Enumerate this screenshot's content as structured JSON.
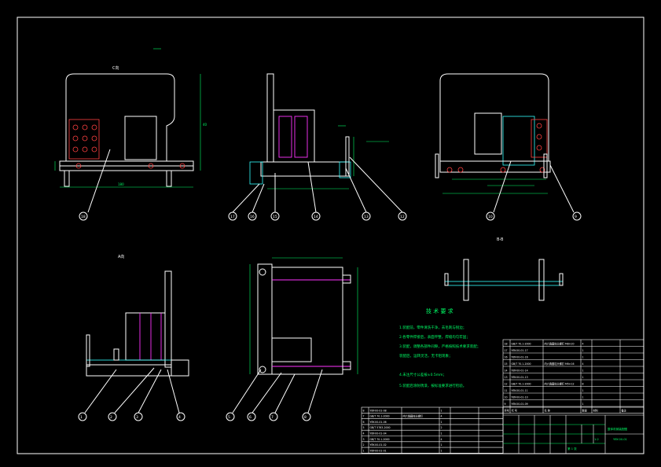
{
  "sheet": {
    "background": "#000000",
    "frame_color": "#ffffff",
    "accent_green": "#00ff66",
    "accent_magenta": "#ff33ff",
    "accent_cyan": "#33ffff",
    "accent_red": "#ff4040"
  },
  "views": {
    "front": {
      "label": "C向"
    },
    "section_b": {
      "label": "B-B"
    },
    "section_a": {
      "label": "A向"
    }
  },
  "balloons": {
    "front": [
      "18"
    ],
    "side": [
      "17",
      "16",
      "15",
      "14",
      "13",
      "12"
    ],
    "right": [
      "10",
      "9"
    ],
    "bottom_left": [
      "1",
      "2",
      "3",
      "4"
    ],
    "bottom_mid": [
      "5",
      "6",
      "7",
      "8"
    ]
  },
  "notes": {
    "title": "技 术 要 求",
    "lines": [
      "1.装配前，零件清洗干净，去毛刺与锐边；",
      "2.各零件焊接后，表面平整，焊缝均匀牢固；",
      "3.装配，调整各部件间隙，严格按照技术要求装配；",
      "  装配后，运转灵活，无卡阻现象；",
      "4.未注尺寸公差按±0.5mm；",
      "5.装配后涂防锈漆，按标准要求进行检验。"
    ]
  },
  "bom_upper": {
    "rows": [
      [
        "18",
        "GB/T 70.1-2000",
        "内六角圆柱头螺钉 M8×20",
        "4",
        "",
        ""
      ],
      [
        "17",
        "YBY-00-01-17",
        "",
        "1",
        "",
        ""
      ],
      [
        "16",
        "YBY-00-01-16",
        "",
        "1",
        "",
        ""
      ],
      [
        "15",
        "GB/T 70.1-2000",
        "内六角圆柱头螺钉 M6×16",
        "4",
        "",
        ""
      ],
      [
        "14",
        "YBY-00-01-14",
        "",
        "1",
        "",
        ""
      ],
      [
        "13",
        "YBY-00-01-13",
        "",
        "1",
        "",
        ""
      ],
      [
        "12",
        "GB/T 70.1-2000",
        "内六角圆柱头螺钉 M5×12",
        "8",
        "",
        ""
      ],
      [
        "11",
        "YBY-00-01-11",
        "",
        "1",
        "",
        ""
      ],
      [
        "10",
        "YBY-00-01-10",
        "",
        "1",
        "",
        ""
      ],
      [
        "9",
        "YBY-00-01-09",
        "",
        "1",
        "",
        ""
      ]
    ],
    "header": [
      "序号",
      "代 号",
      "名 称",
      "数量",
      "材料",
      "备注"
    ]
  },
  "bom_lower": {
    "rows": [
      [
        "8",
        "YBY-00-01-08",
        "",
        "1",
        "",
        ""
      ],
      [
        "7",
        "GB/T 70.1-2000",
        "内六角圆柱头螺钉",
        "4",
        "",
        ""
      ],
      [
        "6",
        "YBY-00-01-06",
        "",
        "1",
        "",
        ""
      ],
      [
        "5",
        "GB/T 5783-2000",
        "",
        "2",
        "",
        ""
      ],
      [
        "4",
        "YBY-00-01-04",
        "",
        "1",
        "",
        ""
      ],
      [
        "3",
        "GB/T 70.1-2000",
        "",
        "4",
        "",
        ""
      ],
      [
        "2",
        "YBY-00-01-02",
        "",
        "1",
        "",
        ""
      ],
      [
        "1",
        "YBY-00-01-01",
        "",
        "1",
        "",
        ""
      ]
    ]
  },
  "title_block": {
    "name": "整体机械装配图",
    "drawing_no": "YBY-00-01",
    "scale": "1:2",
    "sheet": "第 1 张"
  }
}
